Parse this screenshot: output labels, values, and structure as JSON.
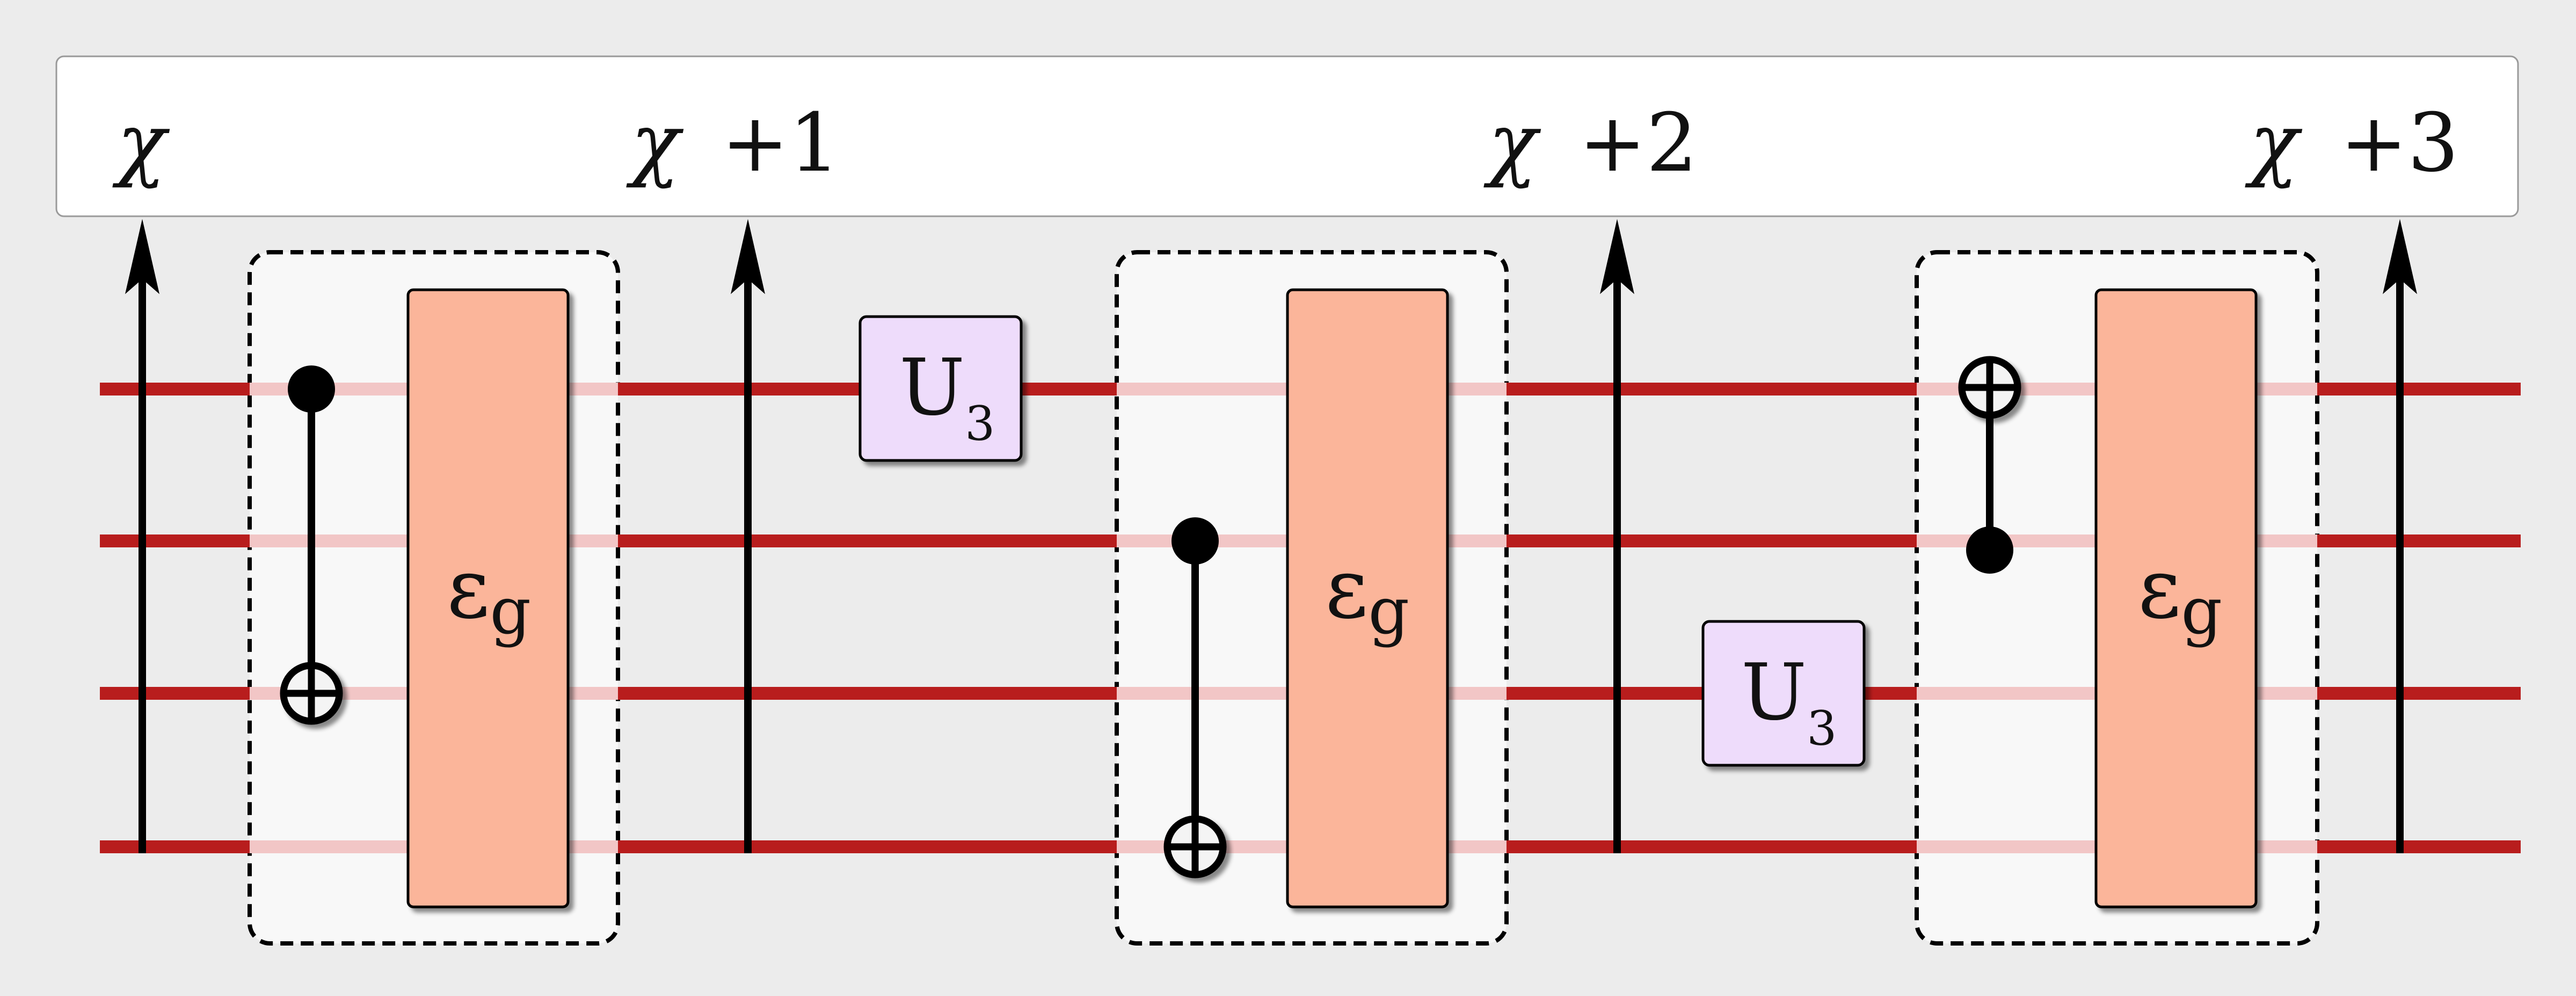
{
  "header": {
    "time_labels": [
      {
        "symbol": "χ",
        "offset": ""
      },
      {
        "symbol": "χ",
        "offset": "+1"
      },
      {
        "symbol": "χ",
        "offset": "+2"
      },
      {
        "symbol": "χ",
        "offset": "+3"
      }
    ]
  },
  "circuit": {
    "qubit_count": 4,
    "blocks": [
      {
        "channel": {
          "main": "ε",
          "sub": "g"
        },
        "cnot": {
          "control_qubit": 1,
          "target_qubit": 3
        }
      },
      {
        "channel": {
          "main": "ε",
          "sub": "g"
        },
        "cnot": {
          "control_qubit": 2,
          "target_qubit": 4
        }
      },
      {
        "channel": {
          "main": "ε",
          "sub": "g"
        },
        "cnot": {
          "control_qubit": 2,
          "target_qubit": 1
        }
      }
    ],
    "single_gates": [
      {
        "main": "U",
        "sub": "3",
        "qubit": 1
      },
      {
        "main": "U",
        "sub": "3",
        "qubit": 3
      }
    ]
  },
  "colors": {
    "background": "#ececec",
    "header_fill": "#ffffff",
    "wire": "#b81d1d",
    "wire_faded": "#f2c6c6",
    "block_fill": "#f8f8f8",
    "channel_fill": "#fbb59a",
    "u3_fill": "#eedcfb",
    "ink": "#000000"
  }
}
